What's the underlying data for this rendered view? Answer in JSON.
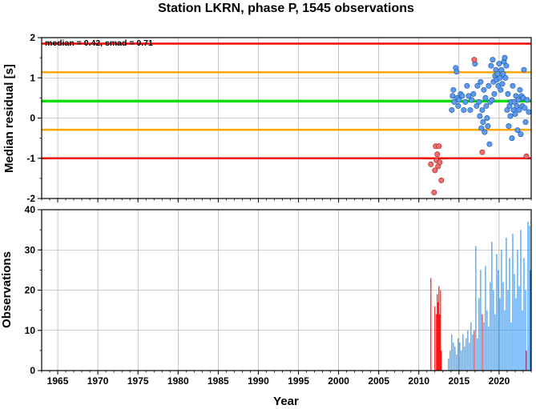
{
  "colors": {
    "bad": "#ff0000",
    "warn": "#ffa500",
    "median": "#00e000",
    "grid": "#a0a0a0",
    "point_good": "#5b9bf0",
    "point_bad": "#f26c6c",
    "bar_good": "#1e90ff",
    "bar_bad": "#ff0000"
  },
  "chart_data": [
    {
      "type": "scatter",
      "title": "Station LKRN, phase P, 1545 observations",
      "annotation": "median = 0.42, smad = 0.71",
      "xlabel": "",
      "ylabel": "Median residual [s]",
      "xlim": [
        1963,
        2024
      ],
      "ylim": [
        -2,
        2
      ],
      "yticks": [
        "-2",
        "-1",
        "0",
        "1",
        "2"
      ],
      "grid": true,
      "reference_lines": [
        {
          "y": 1.85,
          "color": "red"
        },
        {
          "y": 1.14,
          "color": "orange"
        },
        {
          "y": 0.42,
          "color": "green"
        },
        {
          "y": -0.29,
          "color": "orange"
        },
        {
          "y": -1.0,
          "color": "red"
        }
      ],
      "points_good": [
        [
          2014.1,
          0.2
        ],
        [
          2014.2,
          0.55
        ],
        [
          2014.3,
          0.7
        ],
        [
          2014.4,
          0.4
        ],
        [
          2014.6,
          1.25
        ],
        [
          2014.7,
          1.15
        ],
        [
          2014.8,
          0.5
        ],
        [
          2014.9,
          0.3
        ],
        [
          2015.0,
          0.45
        ],
        [
          2015.2,
          0.6
        ],
        [
          2015.4,
          0.55
        ],
        [
          2015.6,
          0.2
        ],
        [
          2015.8,
          0.4
        ],
        [
          2016.0,
          0.8
        ],
        [
          2016.2,
          0.55
        ],
        [
          2016.4,
          0.2
        ],
        [
          2016.6,
          0.45
        ],
        [
          2016.8,
          0.6
        ],
        [
          2017.0,
          1.35
        ],
        [
          2017.2,
          0.3
        ],
        [
          2017.3,
          0.8
        ],
        [
          2017.5,
          0.4
        ],
        [
          2017.6,
          0.05
        ],
        [
          2017.7,
          0.9
        ],
        [
          2017.8,
          -0.25
        ],
        [
          2017.9,
          0.2
        ],
        [
          2018.0,
          -0.1
        ],
        [
          2018.1,
          0.7
        ],
        [
          2018.2,
          -0.35
        ],
        [
          2018.3,
          0.5
        ],
        [
          2018.4,
          0.3
        ],
        [
          2018.5,
          0.0
        ],
        [
          2018.6,
          -0.2
        ],
        [
          2018.7,
          0.8
        ],
        [
          2018.8,
          -0.65
        ],
        [
          2018.9,
          0.4
        ],
        [
          2019.0,
          1.3
        ],
        [
          2019.1,
          0.45
        ],
        [
          2019.2,
          1.45
        ],
        [
          2019.3,
          0.9
        ],
        [
          2019.4,
          0.6
        ],
        [
          2019.5,
          1.05
        ],
        [
          2019.6,
          1.2
        ],
        [
          2019.7,
          0.95
        ],
        [
          2019.8,
          1.1
        ],
        [
          2019.9,
          0.8
        ],
        [
          2020.0,
          1.35
        ],
        [
          2020.1,
          1.0
        ],
        [
          2020.2,
          0.7
        ],
        [
          2020.3,
          1.2
        ],
        [
          2020.4,
          0.85
        ],
        [
          2020.5,
          1.1
        ],
        [
          2020.6,
          1.4
        ],
        [
          2020.7,
          1.5
        ],
        [
          2020.8,
          1.0
        ],
        [
          2020.9,
          1.3
        ],
        [
          2021.0,
          0.2
        ],
        [
          2021.1,
          0.6
        ],
        [
          2021.2,
          -0.2
        ],
        [
          2021.3,
          0.3
        ],
        [
          2021.4,
          0.05
        ],
        [
          2021.5,
          0.4
        ],
        [
          2021.6,
          -0.5
        ],
        [
          2021.7,
          0.8
        ],
        [
          2021.8,
          0.2
        ],
        [
          2021.9,
          0.4
        ],
        [
          2022.0,
          0.1
        ],
        [
          2022.1,
          0.55
        ],
        [
          2022.2,
          0.3
        ],
        [
          2022.3,
          -0.3
        ],
        [
          2022.4,
          0.45
        ],
        [
          2022.5,
          0.2
        ],
        [
          2022.6,
          0.7
        ],
        [
          2022.7,
          -0.4
        ],
        [
          2022.8,
          0.55
        ],
        [
          2022.9,
          0.3
        ],
        [
          2023.0,
          0.5
        ],
        [
          2023.1,
          1.2
        ],
        [
          2023.2,
          0.25
        ],
        [
          2023.3,
          -0.1
        ],
        [
          2023.5,
          0.45
        ],
        [
          2023.7,
          0.15
        ]
      ],
      "points_bad": [
        [
          2011.5,
          -1.15
        ],
        [
          2011.9,
          -1.85
        ],
        [
          2012.0,
          -1.3
        ],
        [
          2012.1,
          -0.7
        ],
        [
          2012.2,
          -1.05
        ],
        [
          2012.3,
          -0.9
        ],
        [
          2012.4,
          -1.2
        ],
        [
          2012.5,
          -0.7
        ],
        [
          2012.6,
          -1.1
        ],
        [
          2012.8,
          -1.55
        ],
        [
          2016.9,
          1.45
        ],
        [
          2017.9,
          -0.85
        ],
        [
          2023.4,
          -0.95
        ]
      ]
    },
    {
      "type": "bar",
      "xlabel": "Year",
      "ylabel": "Observations",
      "xlim": [
        1963,
        2024
      ],
      "ylim": [
        0,
        40
      ],
      "xticks": [
        "1965",
        "1970",
        "1975",
        "1980",
        "1985",
        "1990",
        "1995",
        "2000",
        "2005",
        "2010",
        "2015",
        "2020"
      ],
      "yticks": [
        "0",
        "10",
        "20",
        "30",
        "40"
      ],
      "grid": true,
      "bars_bad": [
        [
          2011.5,
          23
        ],
        [
          2012.0,
          16
        ],
        [
          2012.2,
          14
        ],
        [
          2012.3,
          19
        ],
        [
          2012.4,
          17
        ],
        [
          2012.5,
          21
        ],
        [
          2012.6,
          14
        ],
        [
          2012.7,
          20
        ],
        [
          2012.8,
          5
        ],
        [
          2016.9,
          10
        ],
        [
          2017.9,
          14
        ],
        [
          2023.4,
          5
        ]
      ],
      "bars_good": [
        [
          2013.7,
          3
        ],
        [
          2013.9,
          5
        ],
        [
          2014.1,
          9
        ],
        [
          2014.3,
          7
        ],
        [
          2014.5,
          6
        ],
        [
          2014.7,
          4
        ],
        [
          2014.9,
          8
        ],
        [
          2015.1,
          7
        ],
        [
          2015.3,
          5
        ],
        [
          2015.5,
          9
        ],
        [
          2015.7,
          6
        ],
        [
          2015.9,
          8
        ],
        [
          2016.1,
          10
        ],
        [
          2016.3,
          7
        ],
        [
          2016.5,
          12
        ],
        [
          2016.7,
          9
        ],
        [
          2017.1,
          31
        ],
        [
          2017.3,
          8
        ],
        [
          2017.5,
          18
        ],
        [
          2017.7,
          25
        ],
        [
          2018.1,
          12
        ],
        [
          2018.3,
          26
        ],
        [
          2018.5,
          15
        ],
        [
          2018.7,
          11
        ],
        [
          2018.9,
          22
        ],
        [
          2019.1,
          32
        ],
        [
          2019.3,
          20
        ],
        [
          2019.5,
          14
        ],
        [
          2019.7,
          29
        ],
        [
          2019.9,
          25
        ],
        [
          2020.1,
          18
        ],
        [
          2020.3,
          30
        ],
        [
          2020.5,
          22
        ],
        [
          2020.7,
          15
        ],
        [
          2020.9,
          33
        ],
        [
          2021.1,
          20
        ],
        [
          2021.3,
          28
        ],
        [
          2021.5,
          12
        ],
        [
          2021.7,
          34
        ],
        [
          2021.9,
          24
        ],
        [
          2022.1,
          18
        ],
        [
          2022.3,
          30
        ],
        [
          2022.5,
          21
        ],
        [
          2022.7,
          35
        ],
        [
          2022.9,
          15
        ],
        [
          2023.1,
          28
        ],
        [
          2023.3,
          20
        ],
        [
          2023.6,
          37
        ],
        [
          2023.8,
          36
        ],
        [
          2023.9,
          25
        ]
      ]
    }
  ]
}
